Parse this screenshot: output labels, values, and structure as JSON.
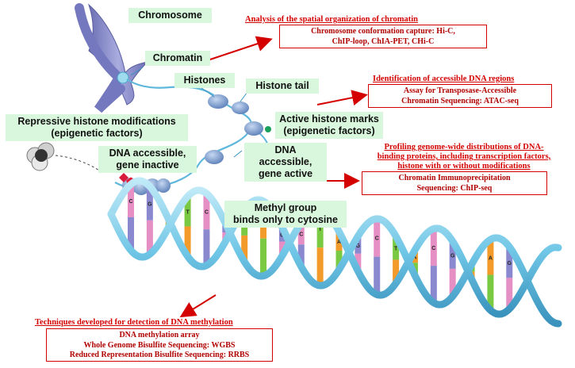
{
  "labels": {
    "chromosome": "Chromosome",
    "chromatin": "Chromatin",
    "histones": "Histones",
    "histone_tail": "Histone tail",
    "active_marks_1": "Active histone marks",
    "active_marks_2": "(epigenetic factors)",
    "repressive_1": "Repressive histone modifications",
    "repressive_2": "(epigenetic factors)",
    "dna_inactive_1": "DNA accessible,",
    "dna_inactive_2": "gene inactive",
    "dna_active_1": "DNA accessible,",
    "dna_active_2": "gene active",
    "methyl_1": "Methyl group",
    "methyl_2": "binds only to cytosine"
  },
  "sections": {
    "spatial": {
      "title": "Analysis of the spatial organization of chromatin",
      "line1": "Chromosome conformation capture: Hi-C,",
      "line2": "ChIP-loop, ChIA-PET, CHi-C"
    },
    "accessible": {
      "title": "Identification of accessible DNA regions",
      "line1": "Assay for Transposase-Accessible",
      "line2": "Chromatin Sequencing: ATAC-seq"
    },
    "profiling": {
      "title_1": "Profiling genome-wide distributions of DNA-",
      "title_2": "binding proteins, including transcription factors,",
      "title_3": "histone with or without modifications",
      "line1": "Chromatin Immunoprecipitation",
      "line2": "Sequencing: ChIP-seq"
    },
    "methylation": {
      "title": "Techniques developed for detection of DNA methylation",
      "line1": "DNA methylation array",
      "line2": "Whole Genome Bisulfite Sequencing: WGBS",
      "line3": "Reduced Representation Bisulfite Sequencing: RRBS"
    }
  },
  "bases": [
    "C",
    "G",
    "A",
    "T",
    "C",
    "G",
    "T",
    "A",
    "G",
    "C",
    "T",
    "A",
    "G",
    "C",
    "T",
    "A",
    "C",
    "G",
    "T",
    "A",
    "G",
    "C"
  ],
  "colors": {
    "accent_red": "#d40000",
    "label_bg": "#d9f7dc",
    "helix": "#6fc6e6",
    "chromosome": "#8a8dc9",
    "histone": "#8aa9d9"
  }
}
